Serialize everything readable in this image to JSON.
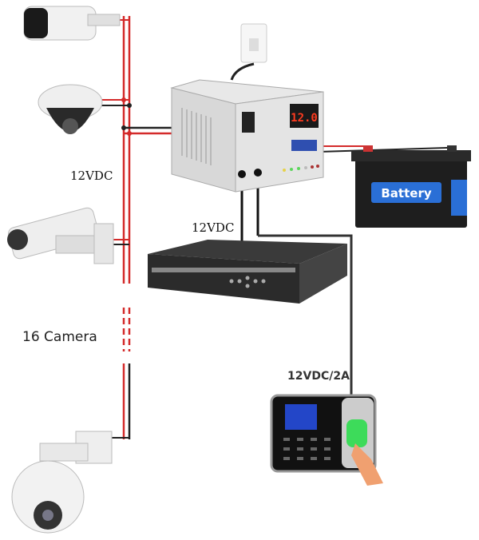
{
  "diagram": {
    "labels": {
      "cameras_voltage": "12VDC",
      "nvr_voltage": "12VDC",
      "camera_count": "16 Camera",
      "attendance_voltage": "12VDC/2A"
    },
    "power_supply": {
      "display_value": "12.0",
      "status_leds": [
        "yellow",
        "green",
        "green",
        "off",
        "red",
        "red"
      ]
    },
    "battery": {
      "label": "Battery"
    },
    "colors": {
      "positive_wire": "#d42a2a",
      "negative_wire": "#111111",
      "battery_label_bg": "#2a6fd6",
      "display_digits": "#ff3b1f"
    }
  }
}
